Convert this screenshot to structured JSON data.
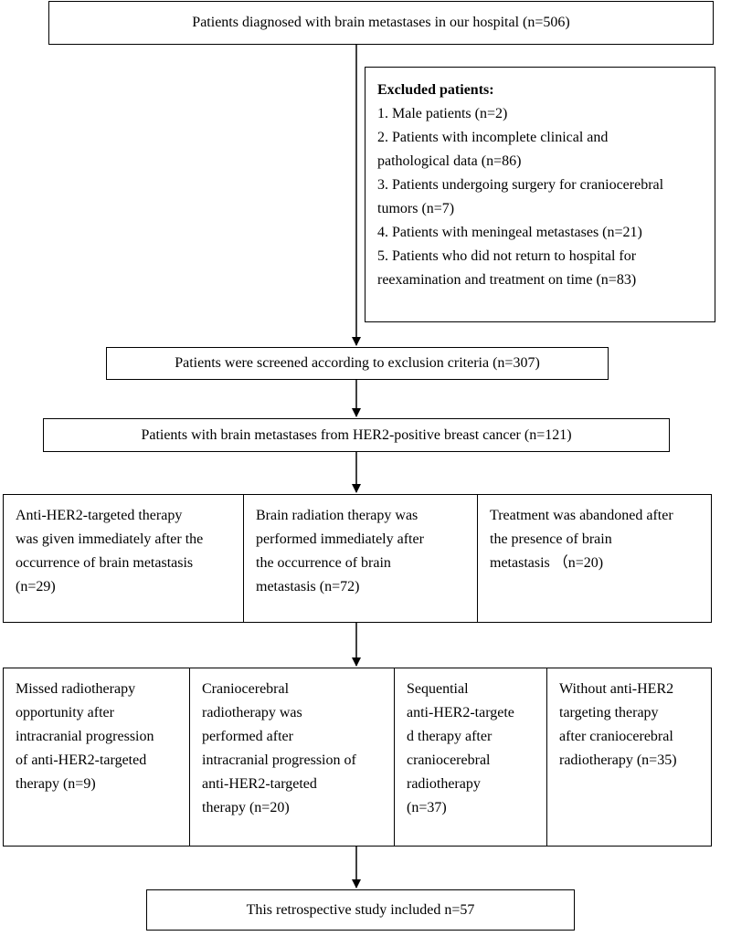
{
  "top_box": "Patients diagnosed with brain metastases in our hospital (n=506)",
  "excluded": {
    "heading": "Excluded patients:",
    "lines": [
      "1. Male patients (n=2)",
      "2. Patients with incomplete clinical and",
      "pathological data (n=86)",
      "3. Patients undergoing surgery for craniocerebral",
      "tumors (n=7)",
      "4. Patients with meningeal metastases (n=21)",
      "5. Patients who did not return to hospital for",
      "reexamination and treatment on time (n=83)"
    ]
  },
  "screened_box": "Patients were screened according to exclusion criteria (n=307)",
  "her2_box": "Patients with brain metastases from HER2-positive breast cancer (n=121)",
  "row1": [
    [
      "Anti-HER2-targeted therapy",
      "was given immediately after the",
      "occurrence of brain metastasis",
      "(n=29)"
    ],
    [
      "Brain radiation therapy was",
      "performed immediately after",
      "the occurrence of brain",
      "metastasis (n=72)"
    ],
    [
      "Treatment was abandoned after",
      "the presence of brain",
      "metastasis （n=20)"
    ]
  ],
  "row2": [
    [
      "Missed radiotherapy",
      "opportunity after",
      "intracranial progression",
      "of anti-HER2-targeted",
      "therapy (n=9)"
    ],
    [
      "Craniocerebral",
      "radiotherapy was",
      "performed after",
      "intracranial progression of",
      "anti-HER2-targeted",
      "therapy (n=20)"
    ],
    [
      "Sequential",
      "anti-HER2-targete",
      "d therapy after",
      "craniocerebral",
      "radiotherapy",
      "(n=37)"
    ],
    [
      "Without anti-HER2",
      "targeting therapy",
      "after craniocerebral",
      "radiotherapy (n=35)"
    ]
  ],
  "final_box": "This retrospective study included  n=57"
}
